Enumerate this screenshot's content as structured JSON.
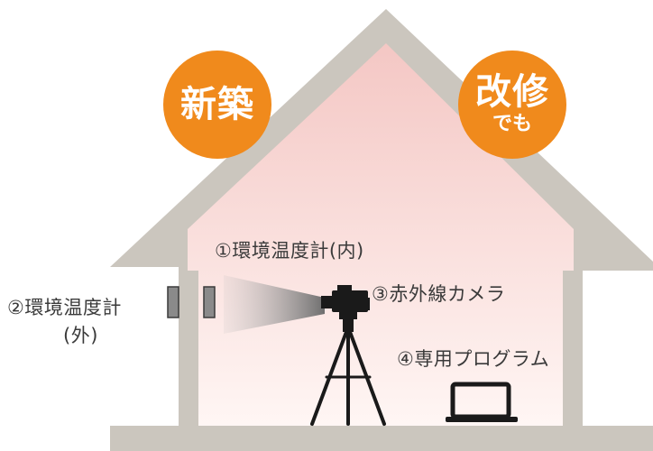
{
  "badges": {
    "new_build": "新築",
    "renovation": "改修",
    "renovation_sub": "でも"
  },
  "labels": {
    "sensor_inside": "①環境温度計(内)",
    "sensor_outside_line1": "②環境温度計",
    "sensor_outside_line2": "(外)",
    "camera": "③赤外線カメラ",
    "program": "④専用プログラム"
  },
  "colors": {
    "house_frame": "#cbc6be",
    "interior_top": "#f5c9c6",
    "interior_bottom": "#fff4f2",
    "badge": "#f08a1c",
    "sensor": "#8a8a8a",
    "device_black": "#1a1a1a"
  }
}
